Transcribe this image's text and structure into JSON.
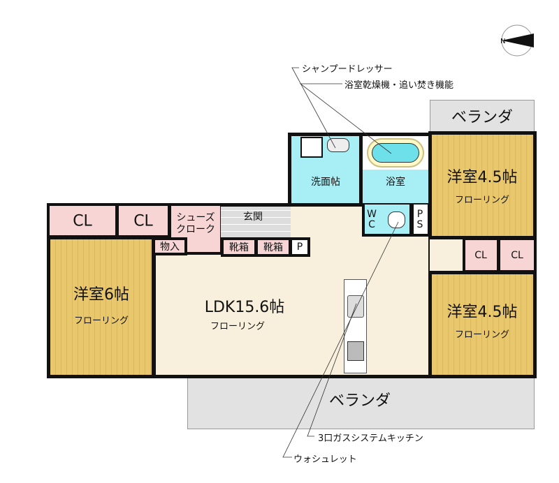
{
  "compass": {
    "icon": "north-arrow-icon",
    "letter": "N"
  },
  "rooms": {
    "veranda_top": "ベランダ",
    "veranda_bottom": "ベランダ",
    "washroom": "洗面帖",
    "bathroom": "浴室",
    "bedroom_ne": {
      "name": "洋室4.5帖",
      "floor": "フローリング"
    },
    "bedroom_se": {
      "name": "洋室4.5帖",
      "floor": "フローリング"
    },
    "bedroom_w": {
      "name": "洋室6帖",
      "floor": "フローリング"
    },
    "ldk": {
      "name": "LDK15.6帖",
      "floor": "フローリング"
    },
    "cl_left_1": "CL",
    "cl_left_2": "CL",
    "cl_right_1": "CL",
    "cl_right_2": "CL",
    "shoe_closet": [
      "シューズ",
      "クローク"
    ],
    "entrance": "玄関",
    "storage": "物入",
    "shoe_box_1": "靴箱",
    "shoe_box_2": "靴箱",
    "p": "P",
    "wc": [
      "W",
      "C"
    ],
    "ps": [
      "P",
      "S"
    ]
  },
  "annotations": {
    "shampoo_dresser": "シャンプードレッサー",
    "bath_dryer": "浴室乾燥機・追い焚き機能",
    "kitchen": "3口ガスシステムキッチン",
    "washlet": "ウォシュレット"
  },
  "colors": {
    "flooring": "#e9c76c",
    "closet": "#f7d5d5",
    "wet_area": "#a8eef5",
    "ldk": "#f8f0dc",
    "veranda": "#e2e2e2"
  }
}
